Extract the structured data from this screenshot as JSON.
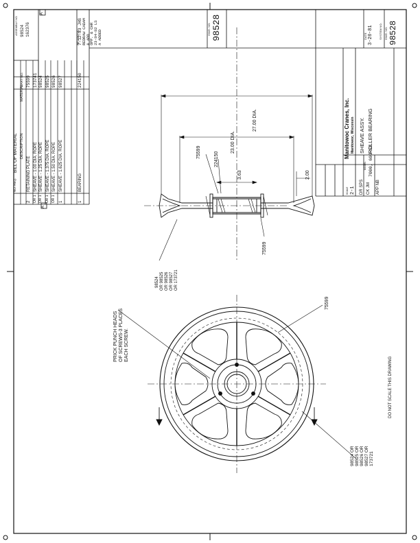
{
  "bom": {
    "title": "BILL OF MATERIAL",
    "headers": {
      "req": "NO. REQ.",
      "desc": "DESCRIPTION",
      "material": "MATERIAL",
      "part": "PART NO."
    },
    "rows": [
      {
        "req": "2",
        "desc": "RETAINING PLATE",
        "part": "75599"
      },
      {
        "req": "OR 1",
        "desc": "SHEAVE - 1.00 DIA. ROPE",
        "part": "173741"
      },
      {
        "req": "OR 1",
        "desc": "SHEAVE - 1.25 DIA. ROPE",
        "part": "98524"
      },
      {
        "req": "OR 1",
        "desc": "SHEAVE - 1.375 DIA. ROPE",
        "part": "98525"
      },
      {
        "req": "OR 1",
        "desc": "SHEAVE - 1.50 DIA. ROPE",
        "part": "98526"
      },
      {
        "req": "1",
        "desc": "SHEAVE - 1.625 DIA. ROPE",
        "part": "98527"
      },
      {
        "req": "1",
        "desc": "BEARING",
        "part": "224150"
      }
    ],
    "assembly_label": "ASSEMBLY NO.",
    "assembly_values": [
      "98524",
      "162376"
    ],
    "revision_marker": "A"
  },
  "revisions": {
    "label": "REVISIONS",
    "lines": [
      "7-12-83 JHS",
      "REDRAW CADAM",
      "& ADD",
      "OPP. & CHR",
      "23-84-82 LS",
      "A ADDED"
    ]
  },
  "top_dwg": {
    "label": "DWG. NO.",
    "value": "98528"
  },
  "title_block": {
    "company": "Manitowoc Cranes, Inc.",
    "location": "Manitowoc, Wisconsin",
    "title_1": "SHEAVE ASSY.",
    "title_2": "ROLLER BEARING",
    "date": "3-20-81",
    "date_label": "DATE",
    "system_label": "SYSTEM NO.",
    "dwg_label": "DWG. NO.",
    "dwg_no": "98528",
    "drawn": "DR SPS",
    "model_label": "MODEL",
    "model": "7000, 600-52",
    "checked": "CK JM",
    "approved": "APP NB",
    "scale": "SCALE",
    "sheet": "2-1"
  },
  "notes": {
    "do_not_scale": "DO NOT SCALE THIS DRAWING",
    "prick_punch": [
      "PRICK PUNCH HEADS",
      "OF SCREWS-3 PLACES",
      "EACH SCREW."
    ]
  },
  "dimensions": {
    "d27": "27.00 DIA.",
    "d23": "23.00 DIA.",
    "d363": "3.63",
    "d200": "2.00",
    "p75599a": "75599",
    "p224150": "224150",
    "p75599b": "75599",
    "p75599c": "75599"
  },
  "part_callouts": {
    "section": [
      "98524",
      "OR 98525",
      "OR 98526",
      "OR 98527",
      "OR 173721"
    ],
    "plan": [
      "98524 OR",
      "98525 OR",
      "98526 OR",
      "98527 OR",
      "173721"
    ]
  }
}
